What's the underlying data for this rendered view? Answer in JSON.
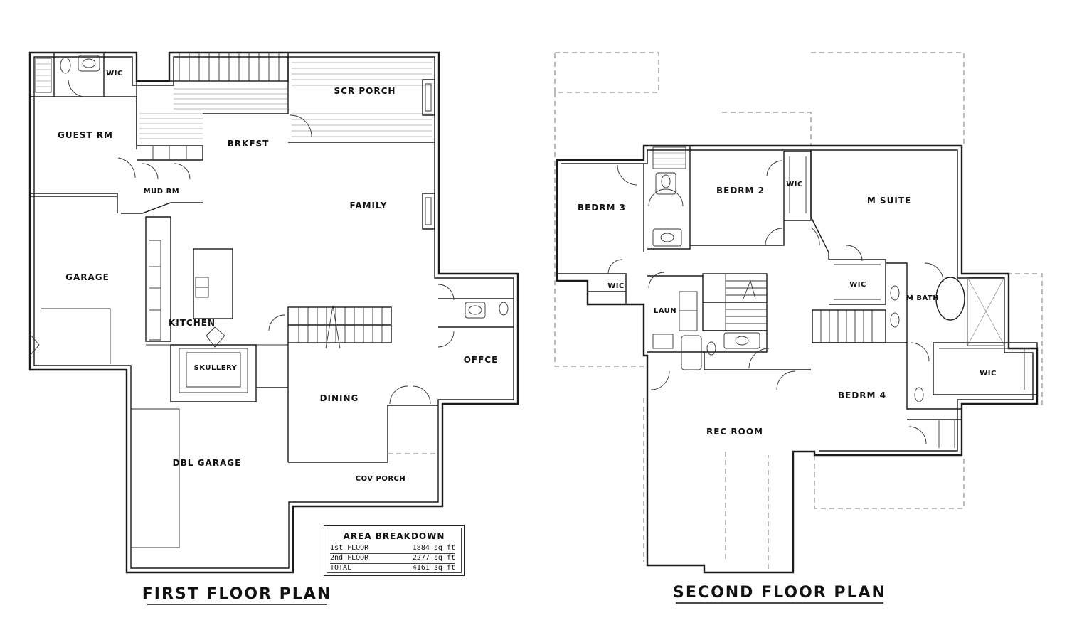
{
  "first_floor": {
    "title": "FIRST FLOOR PLAN",
    "rooms": {
      "wic": "WIC",
      "scr_porch": "SCR PORCH",
      "guest_rm": "GUEST RM",
      "brkfst": "BRKFST",
      "mud_rm": "MUD RM",
      "family": "FAMILY",
      "garage": "GARAGE",
      "kitchen": "KITCHEN",
      "skullery": "SKULLERY",
      "offce": "OFFCE",
      "dining": "DINING",
      "dbl_garage": "DBL GARAGE",
      "cov_porch": "COV PORCH"
    }
  },
  "second_floor": {
    "title": "SECOND FLOOR PLAN",
    "rooms": {
      "bedrm3": "BEDRM 3",
      "bedrm2": "BEDRM 2",
      "wic_a": "WIC",
      "m_suite": "M SUITE",
      "wic_b": "WIC",
      "wic_c": "WIC",
      "m_bath": "M BATH",
      "laun": "LAUN",
      "wic_d": "WIC",
      "bedrm4": "BEDRM 4",
      "rec_room": "REC ROOM"
    }
  },
  "area_breakdown": {
    "title": "AREA BREAKDOWN",
    "rows": [
      {
        "label": "1st FLOOR",
        "value": "1884 sq ft"
      },
      {
        "label": "2nd FLOOR",
        "value": "2277 sq ft"
      },
      {
        "label": "TOTAL",
        "value": "4161 sq ft"
      }
    ]
  }
}
